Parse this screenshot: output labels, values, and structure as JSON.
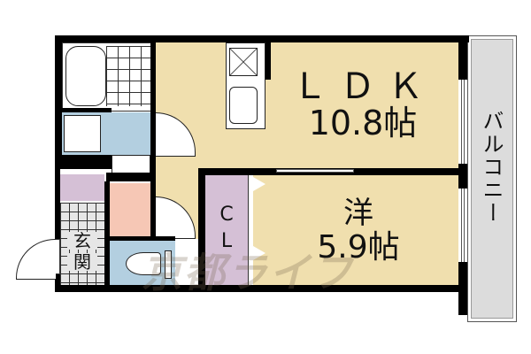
{
  "floorplan": {
    "rooms": {
      "ldk": {
        "name": "ＬＤＫ",
        "size": "10.8帖"
      },
      "western": {
        "name": "洋",
        "size": "5.9帖"
      },
      "closet": {
        "name_line1": "C",
        "name_line2": "L"
      },
      "entrance": {
        "name_line1": "玄",
        "name_line2": "関"
      },
      "balcony": {
        "name": "バルコニー"
      }
    },
    "watermark": "京都ライフ",
    "colors": {
      "ldk_floor": "#f0dfae",
      "western_floor": "#f0dfae",
      "closet": "#d5c0d6",
      "bathroom_utility": "#b3cfe0",
      "toilet": "#b3cfe0",
      "corridor_pink": "#f6c7b5",
      "storage_entrance": "#d5c0d6",
      "balcony": "#dcdcdc",
      "wall": "#000000"
    }
  }
}
